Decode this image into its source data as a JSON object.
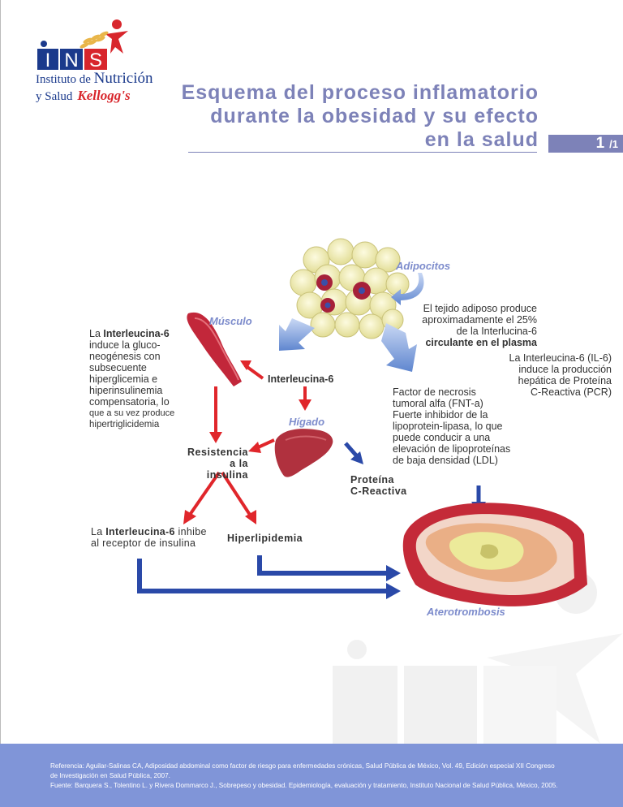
{
  "logo": {
    "letters": [
      "I",
      "N",
      "S"
    ],
    "line1_prefix": "Instituto de",
    "line1_big": "Nutrición",
    "line2": "y Salud",
    "brand": "Kellogg's"
  },
  "header": {
    "title_line1": "Esquema del proceso inflamatorio",
    "title_line2": "durante la obesidad y su efecto",
    "title_line3": "en la salud",
    "page_current": "1",
    "page_total": "/1"
  },
  "diagram": {
    "adipocitos": "Adipocitos",
    "adipose_text": {
      "l1": "El tejido adiposo produce",
      "l2": "aproximadamente el 25%",
      "l3": "de la Interlucina-6",
      "l4": "circulante en el plasma"
    },
    "musculo": "Músculo",
    "musculo_text": {
      "l1_pre": "La ",
      "l1_bold": "Interleucina-6",
      "l2": "induce la gluco-",
      "l3": "neogénesis con",
      "l4": "subsecuente",
      "l5": "hiperglicemia e",
      "l6": "hiperinsulinemia",
      "l7": "compensatoria, lo",
      "l8": "que a su vez produce",
      "l9": "hipertriglicidemia"
    },
    "interleucina": "Interleucina-6",
    "il6_text": {
      "l1": "La Interleucina-6 (IL-6)",
      "l2": "induce la producción",
      "l3": "hepática de Proteína",
      "l4": "C-Reactiva (PCR)"
    },
    "fnt_text": {
      "l1": "Factor de necrosis",
      "l2": "tumoral alfa (FNT-a)",
      "l3": "Fuerte inhibidor de la",
      "l4": "lipoprotein-lipasa, lo que",
      "l5": "puede conducir a una",
      "l6": "elevación de lipoproteínas",
      "l7": "de baja densidad (LDL)"
    },
    "higado": "Hígado",
    "resistencia": {
      "l1": "Resistencia",
      "l2": "a la insulina"
    },
    "proteina": {
      "l1": "Proteína",
      "l2": "C-Reactiva"
    },
    "inhibe_text": {
      "l1_pre": "La ",
      "l1_bold": "Interleucina-6",
      "l1_post": " inhibe",
      "l2": "al receptor de insulina"
    },
    "hiperlipidemia": "Hiperlipidemia",
    "aterotrombosis": "Aterotrombosis"
  },
  "footer": {
    "line1": "Referencia: Aguilar-Salinas CA, Adiposidad abdominal como factor de riesgo para enfermedades crónicas, Salud Pública de México, Vol. 49, Edición especial XII Congreso",
    "line2": "de Investigación en Salud Pública, 2007.",
    "line3": "Fuente: Barquera S., Tolentino L. y Rivera Dommarco J., Sobrepeso y obesidad. Epidemiología, evaluación y tratamiento, Instituto Nacional de Salud Pública, México, 2005."
  },
  "colors": {
    "title": "#7d82b8",
    "accent_blue": "#7d8ccc",
    "arrow_red": "#e0262b",
    "arrow_blue": "#2a49a8",
    "footer_bg": "#8095d8"
  }
}
